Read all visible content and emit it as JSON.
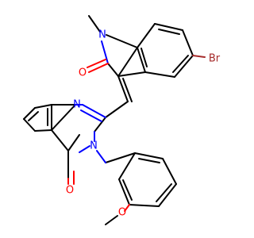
{
  "colors": {
    "carbon": "#000000",
    "nitrogen": "#0000ff",
    "oxygen": "#ff0000",
    "bromine": "#a52a2a",
    "background": "#ffffff"
  },
  "atom_labels": {
    "n_indole": "N",
    "o_indole": "O",
    "br": "Br",
    "n_quin_top": "N",
    "n_quin_3": "N",
    "o_quin": "O",
    "o_methoxy": "O"
  }
}
